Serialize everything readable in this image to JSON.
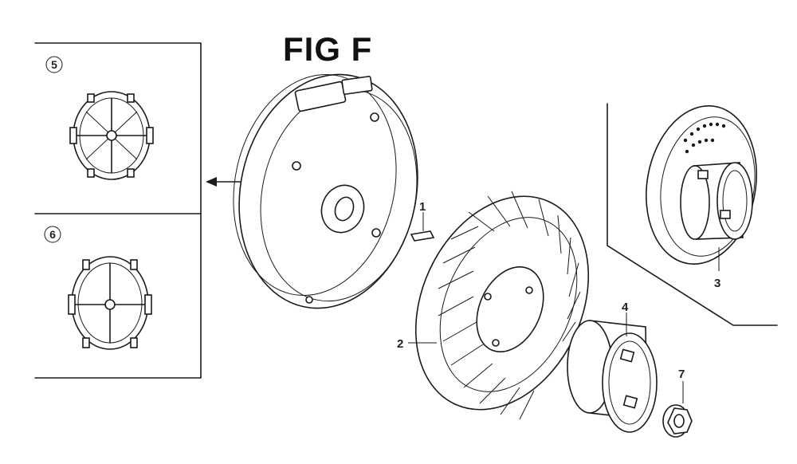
{
  "figure": {
    "title": "FIG F"
  },
  "callouts": {
    "c1": "1",
    "c2": "2",
    "c3": "3",
    "c4": "4",
    "c5": "5",
    "c6": "6",
    "c7": "7"
  }
}
